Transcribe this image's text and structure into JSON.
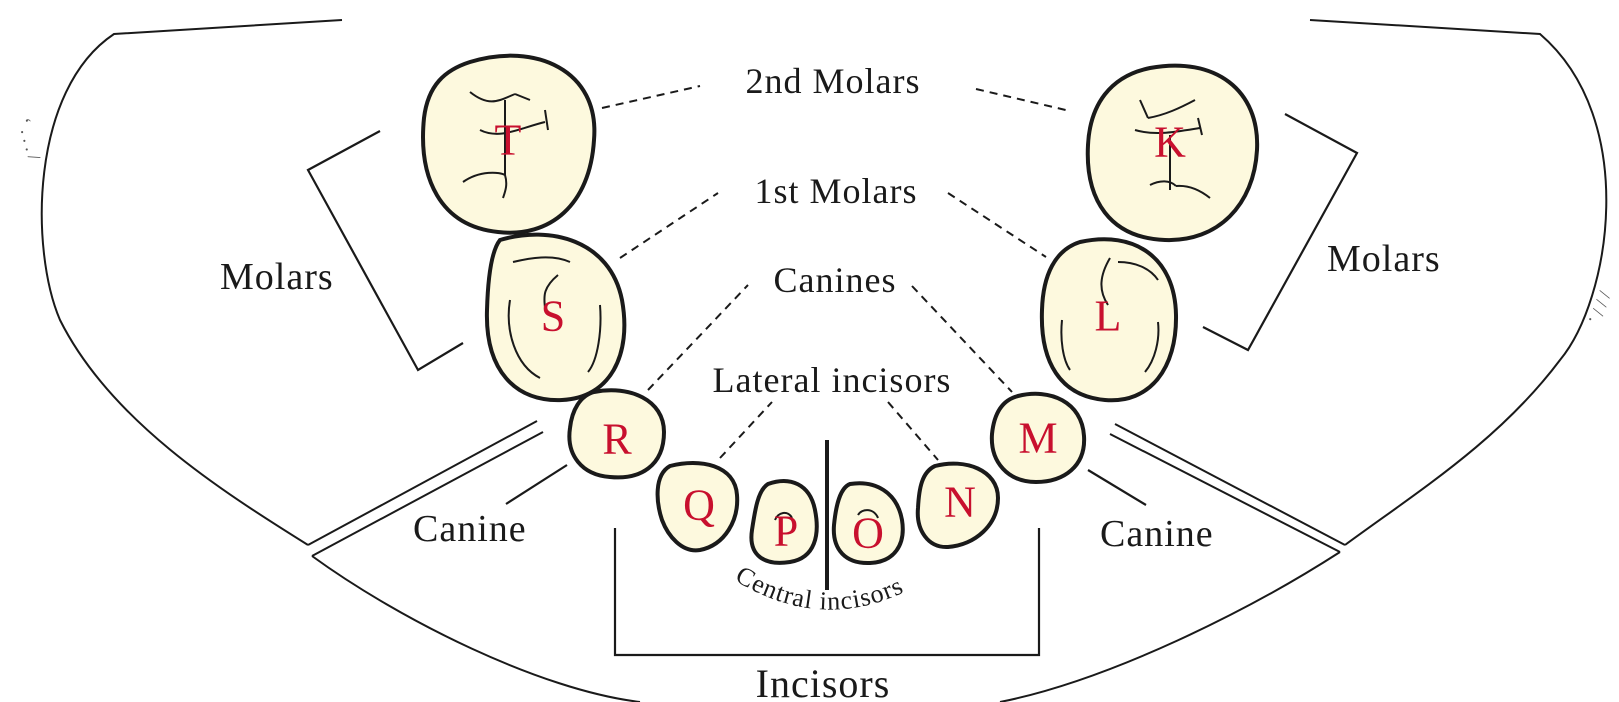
{
  "colors": {
    "tooth_fill": "#fdf9de",
    "tooth_letter": "#c8102e",
    "line": "#1a1a1a"
  },
  "labels": {
    "second_molars": "2nd Molars",
    "first_molars": "1st Molars",
    "canines": "Canines",
    "lateral_incisors": "Lateral incisors",
    "central_incisors": "Central incisors",
    "molars_left": "Molars",
    "molars_right": "Molars",
    "canine_left": "Canine",
    "canine_right": "Canine",
    "incisors": "Incisors"
  },
  "teeth": {
    "T": "T",
    "S": "S",
    "R": "R",
    "Q": "Q",
    "P": "P",
    "O": "O",
    "N": "N",
    "M": "M",
    "L": "L",
    "K": "K"
  }
}
